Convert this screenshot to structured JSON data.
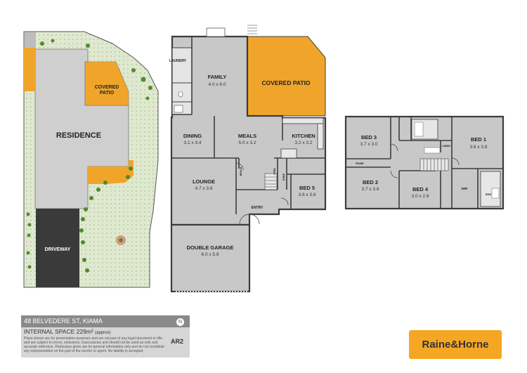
{
  "site": {
    "residence": "RESIDENCE",
    "covered_patio_line1": "COVERED",
    "covered_patio_line2": "PATIO",
    "driveway": "DRIVEWAY"
  },
  "ground_floor": {
    "laundry": "LAUNDRY",
    "family": {
      "name": "FAMILY",
      "dims": "4.0 x 6.0"
    },
    "covered_patio": "COVERED PATIO",
    "dining": {
      "name": "DINING",
      "dims": "3.1 x 3.4"
    },
    "meals": {
      "name": "MEALS",
      "dims": "5.0 x 3.2"
    },
    "kitchen": {
      "name": "KITCHEN",
      "dims": "3.2 x 3.2"
    },
    "lounge": {
      "name": "LOUNGE",
      "dims": "4.7 x 3.6"
    },
    "bed5": {
      "name": "BED 5",
      "dims": "3.6 x 3.6"
    },
    "entry": "ENTRY",
    "double_garage": {
      "name": "DOUBLE GARAGE",
      "dims": "6.0 x 5.9"
    },
    "small_labels": {
      "bench": "BENCH",
      "robe": "ROBE",
      "cupboard": "CPBD"
    }
  },
  "first_floor": {
    "bed3": {
      "name": "BED 3",
      "dims": "3.7 x 3.0"
    },
    "bed2": {
      "name": "BED 2",
      "dims": "3.7 x 3.8"
    },
    "bed4": {
      "name": "BED 4",
      "dims": "3.0 x 2.6"
    },
    "bed1": {
      "name": "BED 1",
      "dims": "3.6 x 3.8"
    },
    "small_labels": {
      "robe": "ROBE",
      "linen": "LINEN",
      "wir": "WIR",
      "ens": "ENS"
    }
  },
  "info": {
    "address": "48 BELVEDERE ST, KIAMA",
    "internal_space_label": "INTERNAL SPACE",
    "internal_space_value": "229m²",
    "internal_space_note": "(approx)",
    "disclaimer": "Plans shown are for presentation purposes and are not part of any legal document or title and are subject to errors, omissions. Inaccuracies and should not be used as sole and accurate reference. Particulars given are for general information only and do not constitute any representation on the part of the vendor or agent. No liability is accepted.",
    "north": "N",
    "plan_code": "AR2"
  },
  "brand": {
    "name": "Raine&Horne",
    "color": "#f5a623"
  },
  "colors": {
    "patio": "#f0a52a",
    "lawn": "#dfe9cf",
    "residence": "#cfcfcf",
    "driveway": "#3a3a3a",
    "floor": "#c8c8c8",
    "wall": "#3c3c3c"
  }
}
